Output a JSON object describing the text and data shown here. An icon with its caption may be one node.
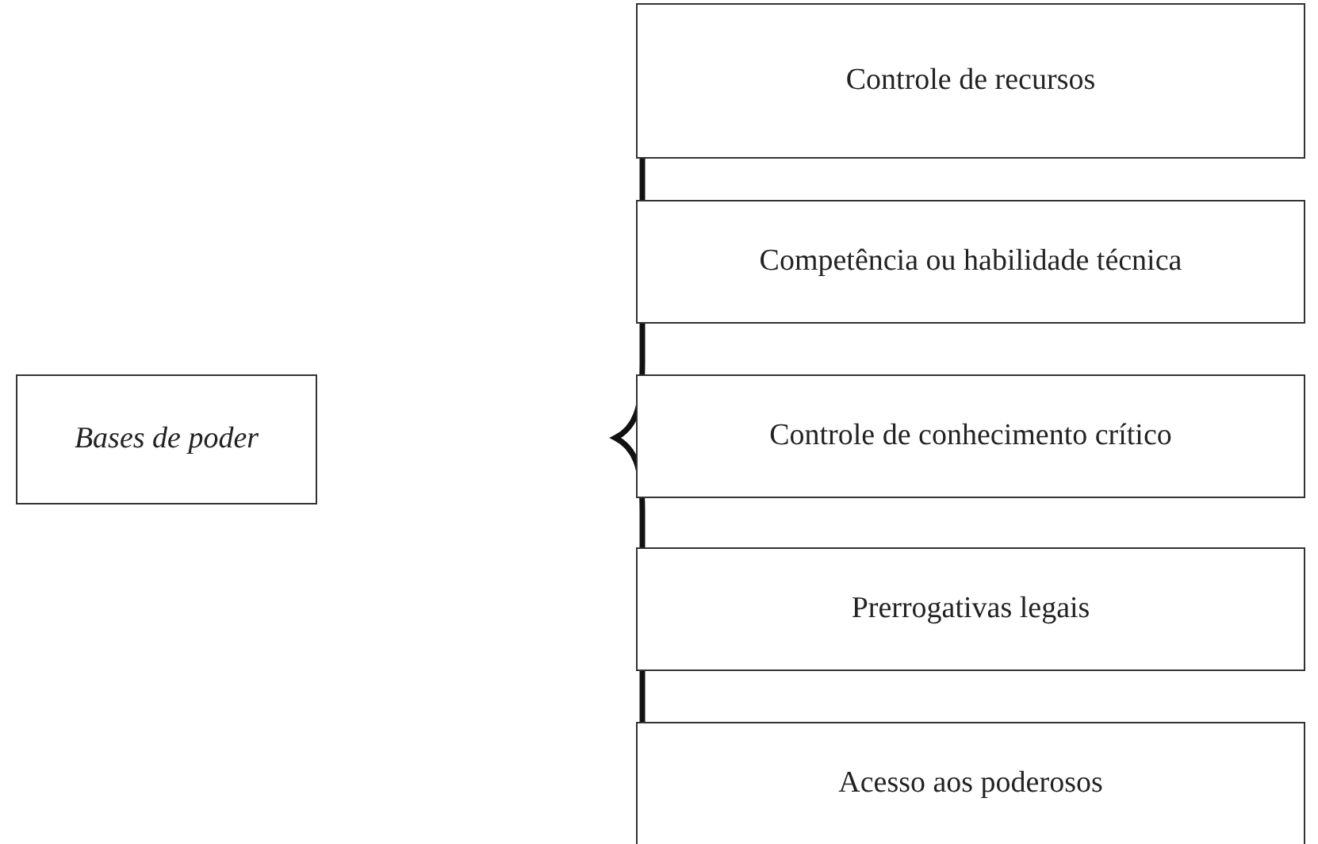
{
  "diagram": {
    "nodes": [
      {
        "text": [
          "Bases de poder"
        ]
      },
      {
        "text": [
          "Controle de recursos"
        ]
      },
      {
        "text": [
          "Competência ou habilidade técnica"
        ]
      },
      {
        "text": [
          "Controle de conhecimento crítico"
        ]
      },
      {
        "text": [
          "Prerrogativas legais"
        ]
      },
      {
        "text": [
          "Acesso aos poderosos"
        ]
      }
    ]
  }
}
